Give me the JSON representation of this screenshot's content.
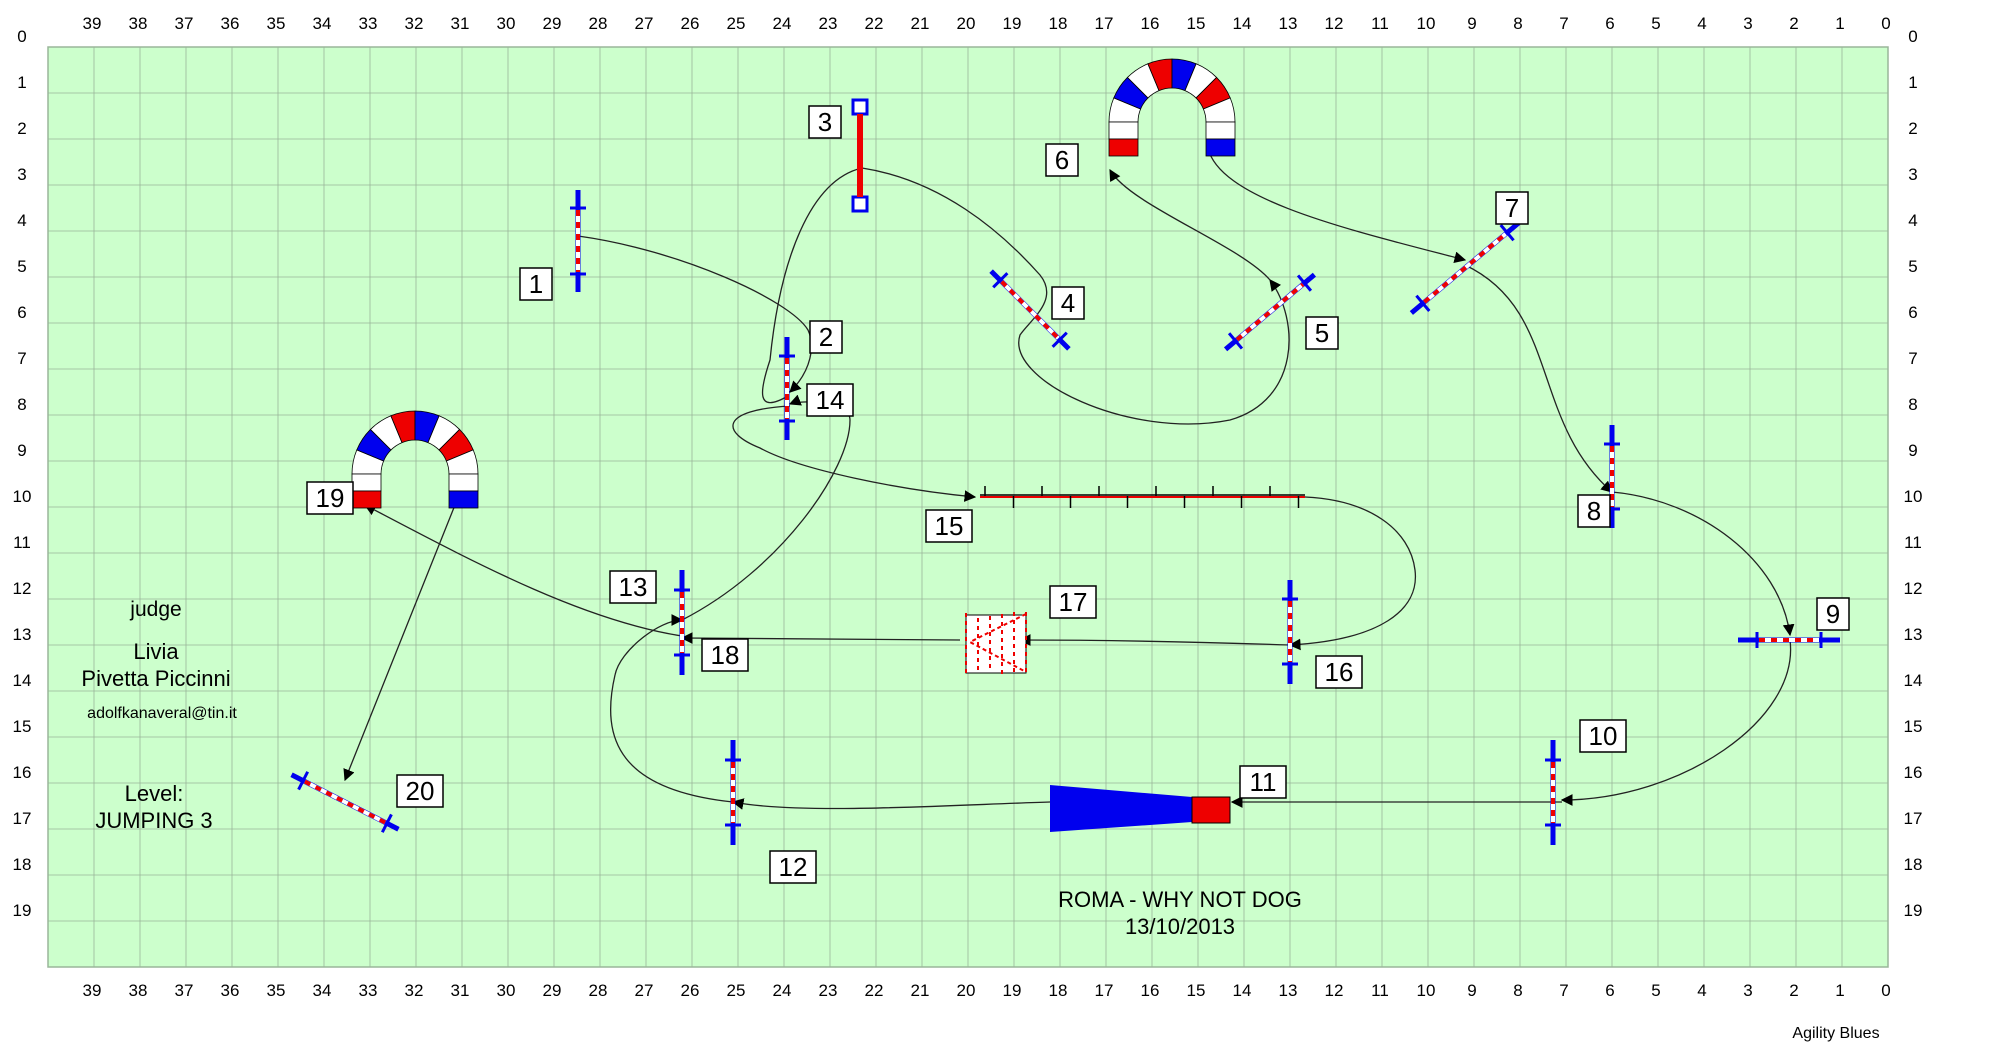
{
  "grid": {
    "top_labels": [
      "39",
      "38",
      "37",
      "36",
      "35",
      "34",
      "33",
      "32",
      "31",
      "30",
      "29",
      "28",
      "27",
      "26",
      "25",
      "24",
      "23",
      "22",
      "21",
      "20",
      "19",
      "18",
      "17",
      "16",
      "15",
      "14",
      "13",
      "12",
      "11",
      "10",
      "9",
      "8",
      "7",
      "6",
      "5",
      "4",
      "3",
      "2",
      "1",
      "0"
    ],
    "side_labels": [
      "0",
      "1",
      "2",
      "3",
      "4",
      "5",
      "6",
      "7",
      "8",
      "9",
      "10",
      "11",
      "12",
      "13",
      "14",
      "15",
      "16",
      "17",
      "18",
      "19"
    ]
  },
  "numbers": [
    "1",
    "2",
    "3",
    "4",
    "5",
    "6",
    "7",
    "8",
    "9",
    "10",
    "11",
    "12",
    "13",
    "14",
    "15",
    "16",
    "17",
    "18",
    "19",
    "20"
  ],
  "judge": {
    "label": "judge",
    "first_name": "Livia",
    "last_name": "Pivetta Piccinni",
    "email": "adolfkanaveral@tin.it"
  },
  "level": {
    "label": "Level:",
    "value": "JUMPING 3"
  },
  "event": {
    "name": "ROMA - WHY NOT DOG",
    "date": "13/10/2013"
  },
  "credit": "Agility Blues",
  "colors": {
    "field": "#ccffcc",
    "grid": "#9ab59a",
    "blue": "#0000ee",
    "red": "#ee0000",
    "path": "#222222"
  }
}
